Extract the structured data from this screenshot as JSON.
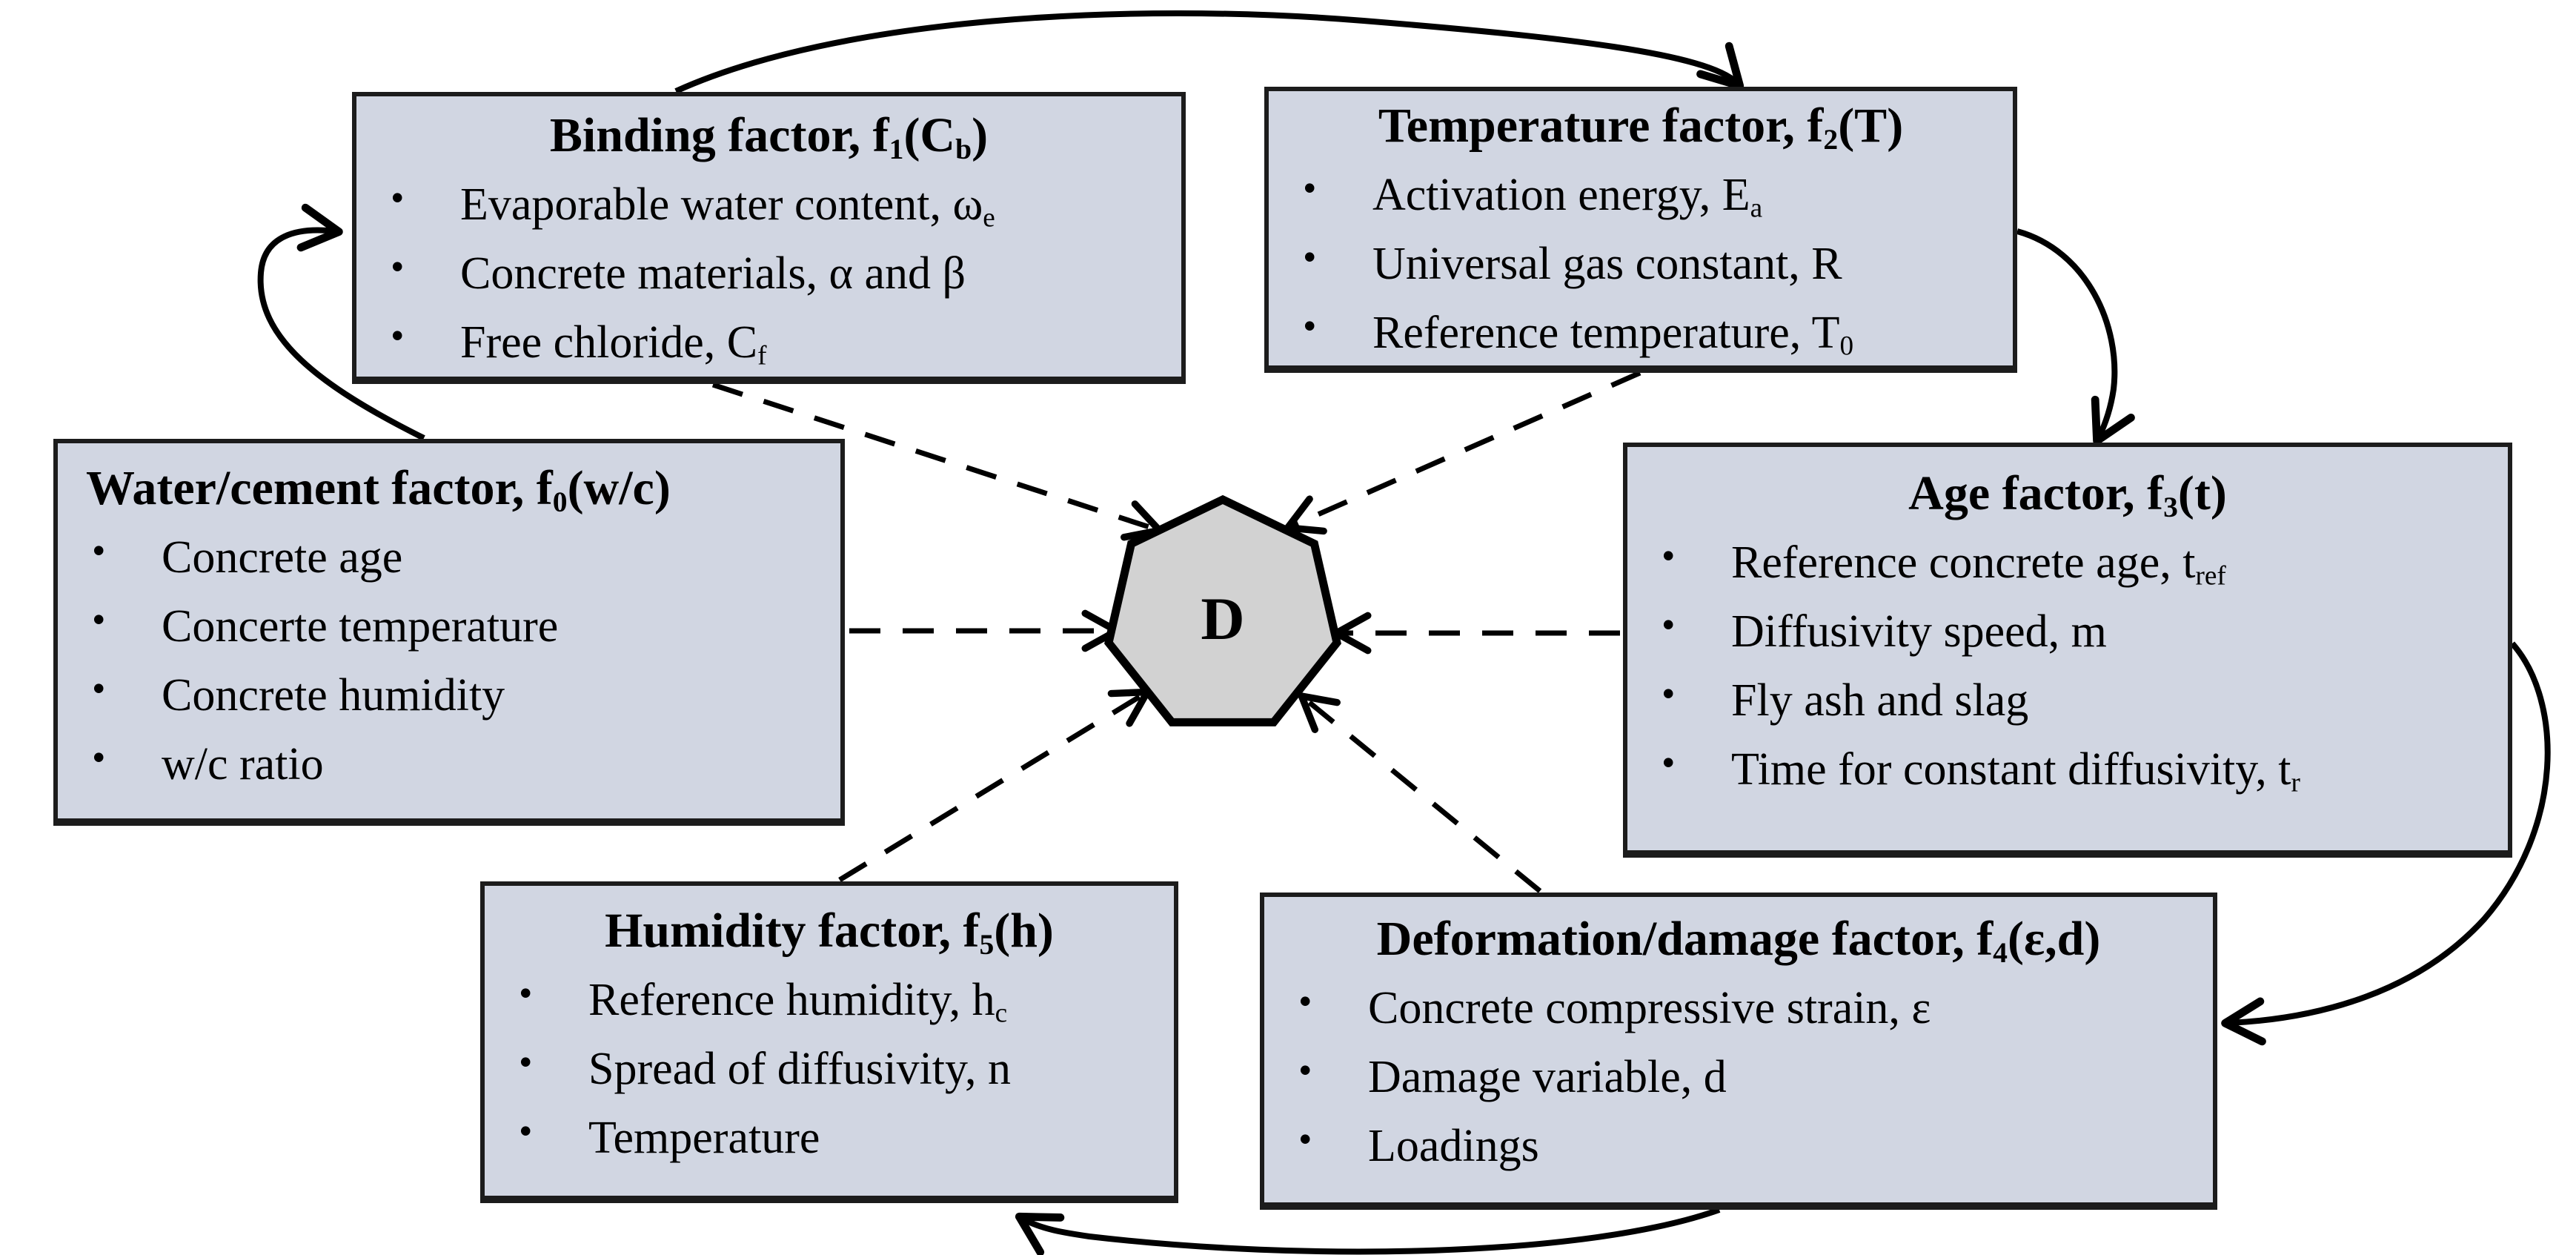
{
  "diagram": {
    "center": {
      "label": "D"
    },
    "colors": {
      "box_fill": "#d1d6e2",
      "box_border": "#1c1c1c",
      "node_fill": "#d2d2d2",
      "line": "#000000"
    },
    "boxes": [
      {
        "id": "binding",
        "title": [
          {
            "t": "Binding factor, f"
          },
          {
            "sub": "1"
          },
          {
            "t": "(C"
          },
          {
            "sub": "b"
          },
          {
            "t": ")"
          }
        ],
        "items": [
          [
            {
              "t": "Evaporable water content, ω"
            },
            {
              "sub": "e"
            }
          ],
          [
            {
              "t": "Concrete materials, α and β"
            }
          ],
          [
            {
              "t": "Free chloride, C"
            },
            {
              "sub": "f"
            }
          ]
        ]
      },
      {
        "id": "temperature",
        "title": [
          {
            "t": "Temperature factor, f"
          },
          {
            "sub": "2"
          },
          {
            "t": "(T)"
          }
        ],
        "items": [
          [
            {
              "t": "Activation energy, E"
            },
            {
              "sub": "a"
            }
          ],
          [
            {
              "t": "Universal gas constant, R"
            }
          ],
          [
            {
              "t": "Reference temperature, T"
            },
            {
              "sub": "0"
            }
          ]
        ]
      },
      {
        "id": "watercement",
        "title": [
          {
            "t": "Water/cement factor, f"
          },
          {
            "sub": "0"
          },
          {
            "t": "(w/c)"
          }
        ],
        "items": [
          [
            {
              "t": "Concrete age"
            }
          ],
          [
            {
              "t": "Concerte temperature"
            }
          ],
          [
            {
              "t": "Concrete humidity"
            }
          ],
          [
            {
              "t": "w/c ratio"
            }
          ]
        ]
      },
      {
        "id": "age",
        "title": [
          {
            "t": "Age factor, f"
          },
          {
            "sub": "3"
          },
          {
            "t": "(t)"
          }
        ],
        "items": [
          [
            {
              "t": "Reference concrete age, t"
            },
            {
              "sub": "ref"
            }
          ],
          [
            {
              "t": "Diffusivity speed, m"
            }
          ],
          [
            {
              "t": "Fly ash and slag"
            }
          ],
          [
            {
              "t": "Time for constant diffusivity, t"
            },
            {
              "sub": "r"
            }
          ]
        ]
      },
      {
        "id": "humidity",
        "title": [
          {
            "t": "Humidity factor, f"
          },
          {
            "sub": "5"
          },
          {
            "t": "(h)"
          }
        ],
        "items": [
          [
            {
              "t": "Reference humidity, h"
            },
            {
              "sub": "c"
            }
          ],
          [
            {
              "t": "Spread of diffusivity, n"
            }
          ],
          [
            {
              "t": "Temperature"
            }
          ]
        ]
      },
      {
        "id": "deformation",
        "title": [
          {
            "t": "Deformation/damage factor, f"
          },
          {
            "sub": "4"
          },
          {
            "t": "(ε,d)"
          }
        ],
        "items": [
          [
            {
              "t": "Concrete compressive strain, ε"
            }
          ],
          [
            {
              "t": "Damage variable, d"
            }
          ],
          [
            {
              "t": "Loadings"
            }
          ]
        ]
      }
    ]
  }
}
